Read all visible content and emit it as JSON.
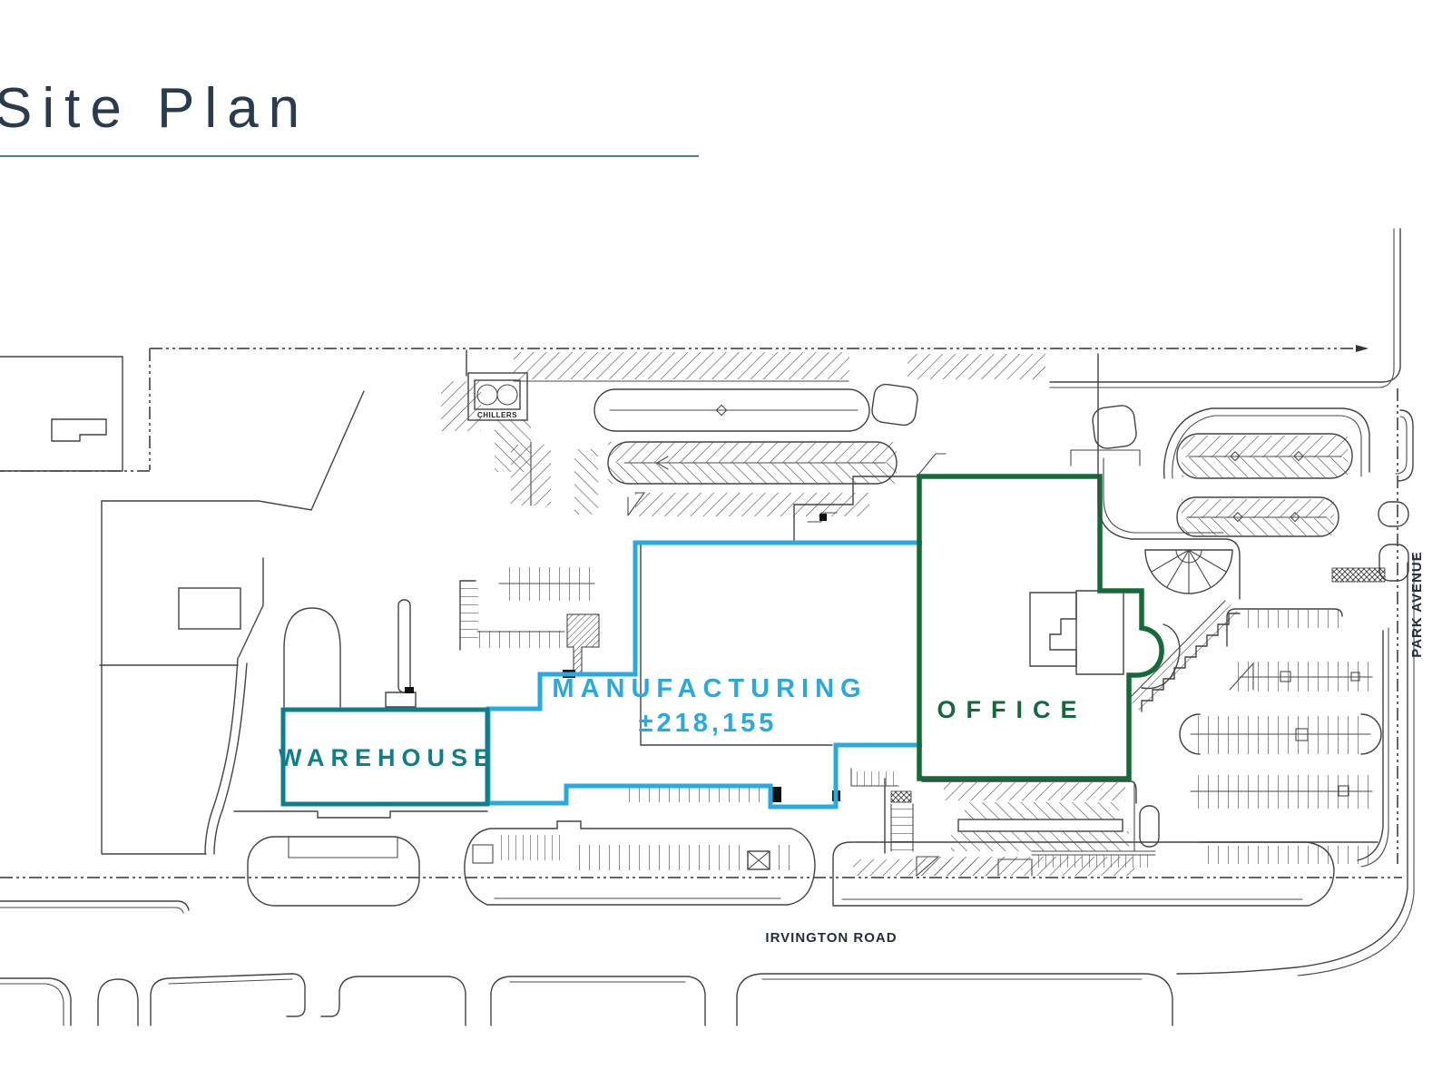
{
  "page": {
    "title": "Site Plan"
  },
  "plan": {
    "labels": {
      "warehouse": "WAREHOUSE",
      "manufacturing": "MANUFACTURING",
      "manufacturing_area": "±218,155",
      "office": "OFFICE",
      "chillers": "CHILLERS",
      "irvington_road": "IRVINGTON ROAD",
      "park_avenue": "PARK AVENUE"
    },
    "colors": {
      "manufacturing_outline": "#29a9e1",
      "warehouse_outline": "#0f7e8b",
      "office_outline": "#146b39",
      "title_text": "#2a3b4d",
      "title_underline": "#4e8674",
      "road_label_text": "#232d3c",
      "linework": "#424242"
    }
  }
}
